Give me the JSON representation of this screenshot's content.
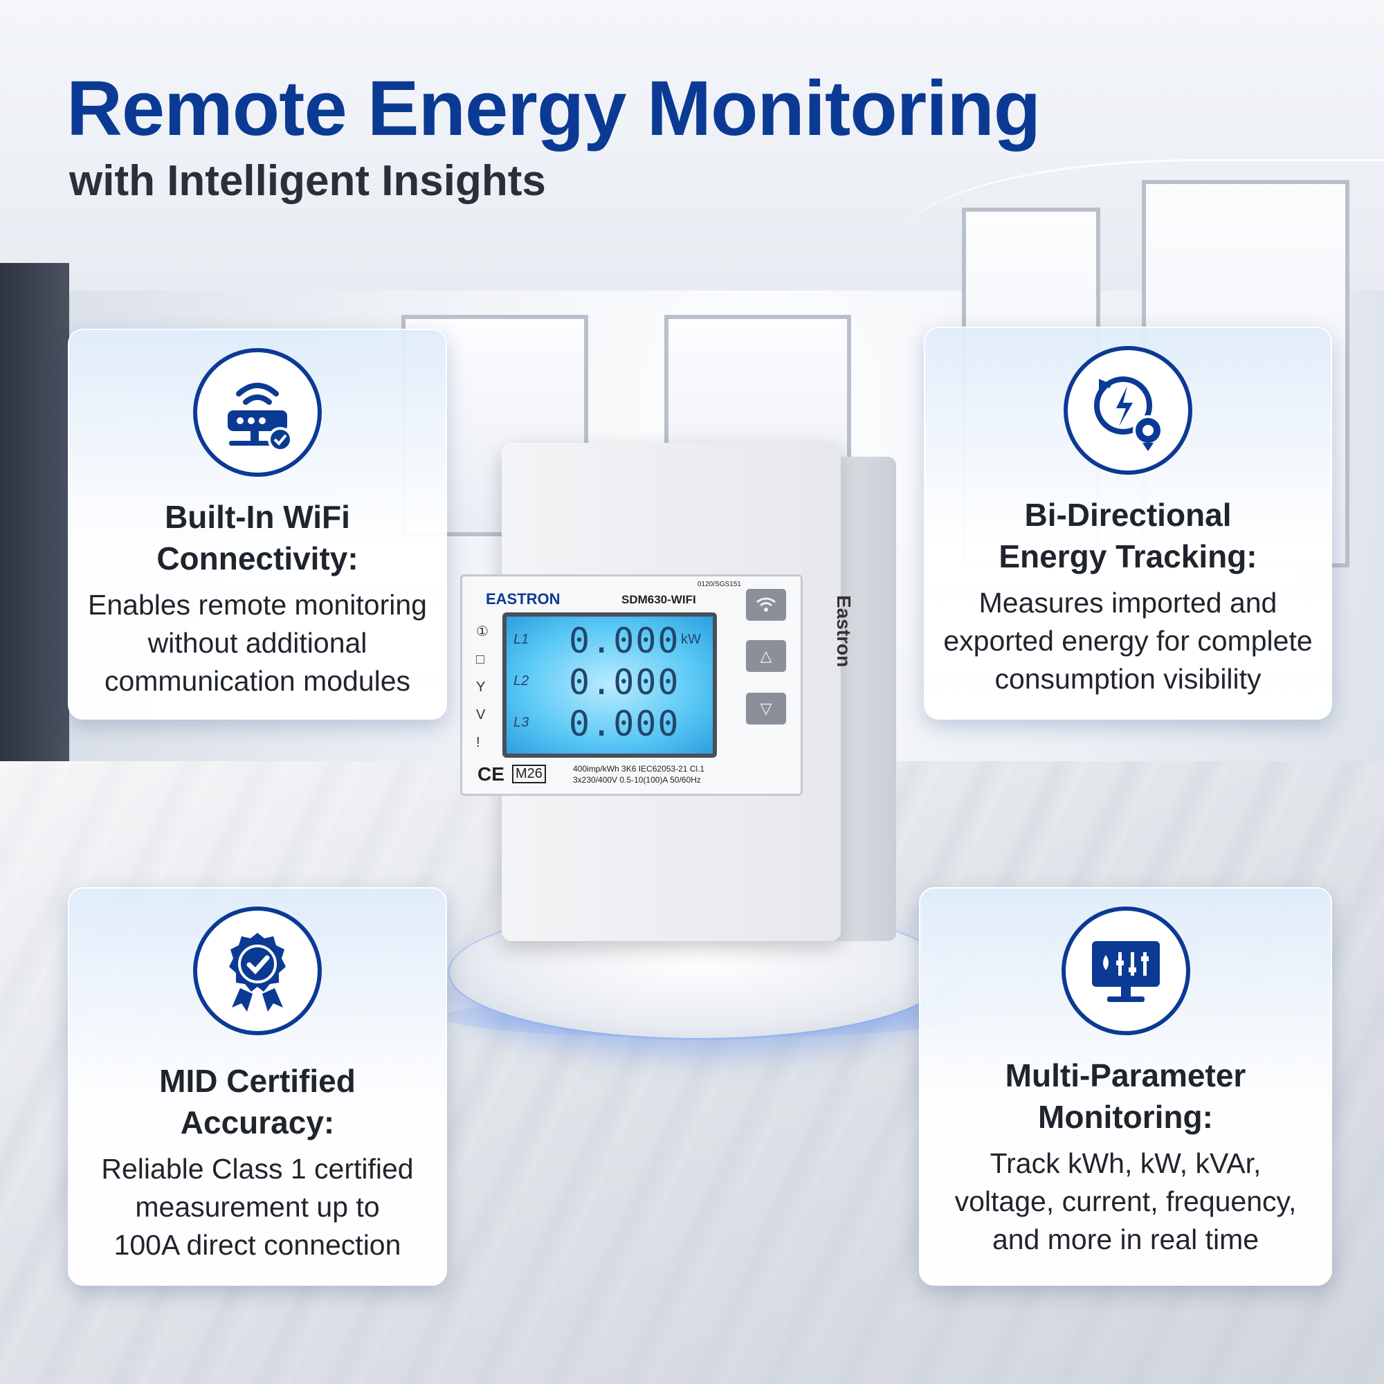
{
  "header": {
    "title": "Remote Energy Monitoring",
    "subtitle": "with Intelligent Insights"
  },
  "colors": {
    "brand_blue": "#0b3a94",
    "text_dark": "#20242c"
  },
  "cards": [
    {
      "icon": "wifi-router-check-icon",
      "title_lines": [
        "Built-In WiFi",
        "Connectivity:"
      ],
      "text_lines": [
        "Enables remote monitoring",
        "without additional",
        "communication modules"
      ]
    },
    {
      "icon": "bidirectional-energy-icon",
      "title_lines": [
        "Bi-Directional",
        "Energy Tracking:"
      ],
      "text_lines": [
        "Measures imported and",
        "exported energy for complete",
        "consumption visibility"
      ]
    },
    {
      "icon": "certified-badge-icon",
      "title_lines": [
        "MID Certified",
        "Accuracy:"
      ],
      "text_lines": [
        "Reliable Class 1 certified",
        "measurement up to",
        "100A direct connection"
      ]
    },
    {
      "icon": "monitor-parameters-icon",
      "title_lines": [
        "Multi-Parameter",
        "Monitoring:"
      ],
      "text_lines": [
        "Track kWh, kW, kVAr,",
        "voltage, current, frequency,",
        "and more in real time"
      ]
    }
  ],
  "meter": {
    "brand": "EASTRON",
    "model": "SDM630-WIFI",
    "cert_code": "0120/SGS151",
    "readings": [
      "0.000",
      "0.000",
      "0.000"
    ],
    "phases": [
      "L1",
      "L2",
      "L3"
    ],
    "unit": "kW",
    "ce_mark": "CE",
    "mid_mark": "M26",
    "spec_line_1": "400imp/kWh  3K6  IEC62053-21 Cl.1",
    "spec_line_2": "3x230/400V  0.5-10(100)A  50/60Hz",
    "side_label": "Eastron",
    "btn_up": "△",
    "btn_down": "▽"
  }
}
